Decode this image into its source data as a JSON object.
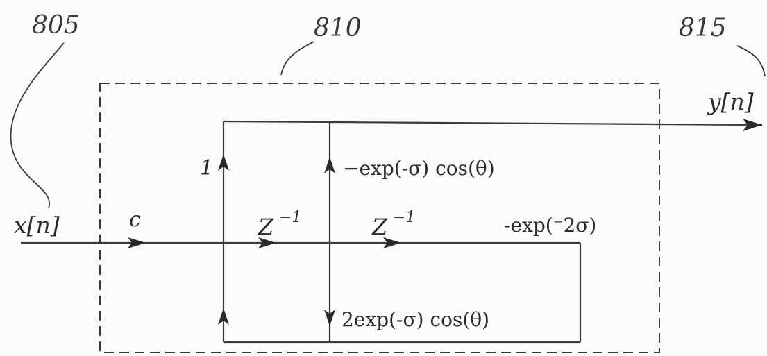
{
  "figure": {
    "refs": {
      "input_ref": "805",
      "block_ref": "810",
      "output_ref": "815"
    },
    "signals": {
      "input": "x[n]",
      "output": "y[n]"
    },
    "gains": {
      "input_gain": "c",
      "direct_gain": "1",
      "first_tap": "−exp(-σ) cos(θ)",
      "second_tap": "-exp(⁻2σ)",
      "feedback_tap": "2exp(-σ) cos(θ)"
    },
    "delays": {
      "first_delay_base": "Z",
      "first_delay_exp": "−1",
      "second_delay_base": "Z",
      "second_delay_exp": "−1"
    }
  }
}
